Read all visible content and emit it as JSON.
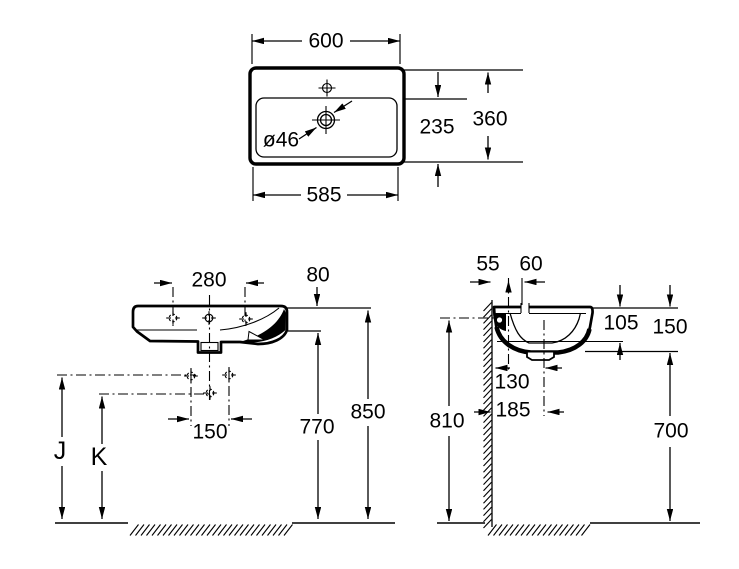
{
  "page": {
    "background": "#ffffff",
    "line_color": "#000000",
    "text_color": "#000000"
  },
  "drawing": {
    "top_view": {
      "width": "600",
      "inner_width": "585",
      "bowl_depth": "235",
      "total_depth": "360",
      "drain_diameter": "ø46"
    },
    "front_view": {
      "tap_centers": "280",
      "rim_height": "80",
      "hole_spacing": "150",
      "height_under_rim": "770",
      "rim_top_height": "850",
      "label_j": "J",
      "label_k": "K"
    },
    "side_view": {
      "wall_offset": "55",
      "tap_offset": "60",
      "bowl_inner_depth": "105",
      "front_edge_height": "150",
      "drain_offset_a": "130",
      "wall_to_drain": "185",
      "fixing_height": "810",
      "clearance_height": "700"
    }
  }
}
